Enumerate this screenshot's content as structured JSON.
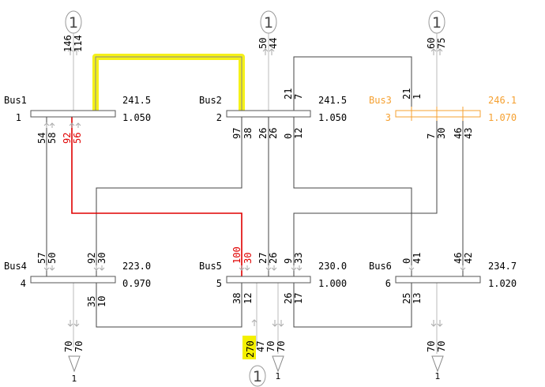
{
  "colors": {
    "line": "#444444",
    "highlight_line": "#e00000",
    "selected_bus": "#f5a030",
    "annotation_yellow": "#f4f000",
    "arrow": "#aaaaaa"
  },
  "buses": [
    {
      "name": "Bus1",
      "number": "1",
      "voltage_kv": "241.5",
      "voltage_pu": "1.050",
      "selected": false
    },
    {
      "name": "Bus2",
      "number": "2",
      "voltage_kv": "241.5",
      "voltage_pu": "1.050",
      "selected": false
    },
    {
      "name": "Bus3",
      "number": "3",
      "voltage_kv": "246.1",
      "voltage_pu": "1.070",
      "selected": true
    },
    {
      "name": "Bus4",
      "number": "4",
      "voltage_kv": "223.0",
      "voltage_pu": "0.970",
      "selected": false
    },
    {
      "name": "Bus5",
      "number": "5",
      "voltage_kv": "230.0",
      "voltage_pu": "1.000",
      "selected": false
    },
    {
      "name": "Bus6",
      "number": "6",
      "voltage_kv": "234.7",
      "voltage_pu": "1.020",
      "selected": false
    }
  ],
  "generators": [
    {
      "bus": "Bus1",
      "label": "1",
      "mw": "146",
      "mvar": "114"
    },
    {
      "bus": "Bus2",
      "label": "1",
      "mw": "50",
      "mvar": "44"
    },
    {
      "bus": "Bus3",
      "label": "1",
      "mw": "60",
      "mvar": "75"
    },
    {
      "bus": "Bus5",
      "label": "1",
      "mw": "270",
      "mvar": "47"
    }
  ],
  "loads": [
    {
      "bus": "Bus4",
      "label": "1",
      "mw": "70",
      "mvar": "70"
    },
    {
      "bus": "Bus5",
      "label": "1",
      "mw": "70",
      "mvar": "70"
    },
    {
      "bus": "Bus6",
      "label": "1",
      "mw": "70",
      "mvar": "70"
    }
  ],
  "flows": {
    "b1_b4": [
      "54",
      "58"
    ],
    "b1_b5": [
      "92",
      "56"
    ],
    "b2_b4": [
      "97",
      "38"
    ],
    "b2_b5": [
      "26",
      "26"
    ],
    "b2_b6": [
      "0",
      "12"
    ],
    "b2_b3": [
      "21",
      "7"
    ],
    "b3_b2": [
      "21",
      "1"
    ],
    "b3_b5": [
      "7",
      "30"
    ],
    "b3_b6": [
      "46",
      "43"
    ],
    "b4_b1": [
      "57",
      "50"
    ],
    "b4_b2": [
      "92",
      "30"
    ],
    "b4_b5": [
      "35",
      "10"
    ],
    "b5_b1": [
      "100",
      "30"
    ],
    "b5_b2": [
      "27",
      "26"
    ],
    "b5_b3": [
      "9",
      "33"
    ],
    "b5_b4": [
      "38",
      "12"
    ],
    "b5_b6": [
      "26",
      "17"
    ],
    "b6_b3": [
      "46",
      "42"
    ],
    "b6_b5": [
      "25",
      "13"
    ],
    "b6_b2": [
      "0",
      "41"
    ]
  }
}
